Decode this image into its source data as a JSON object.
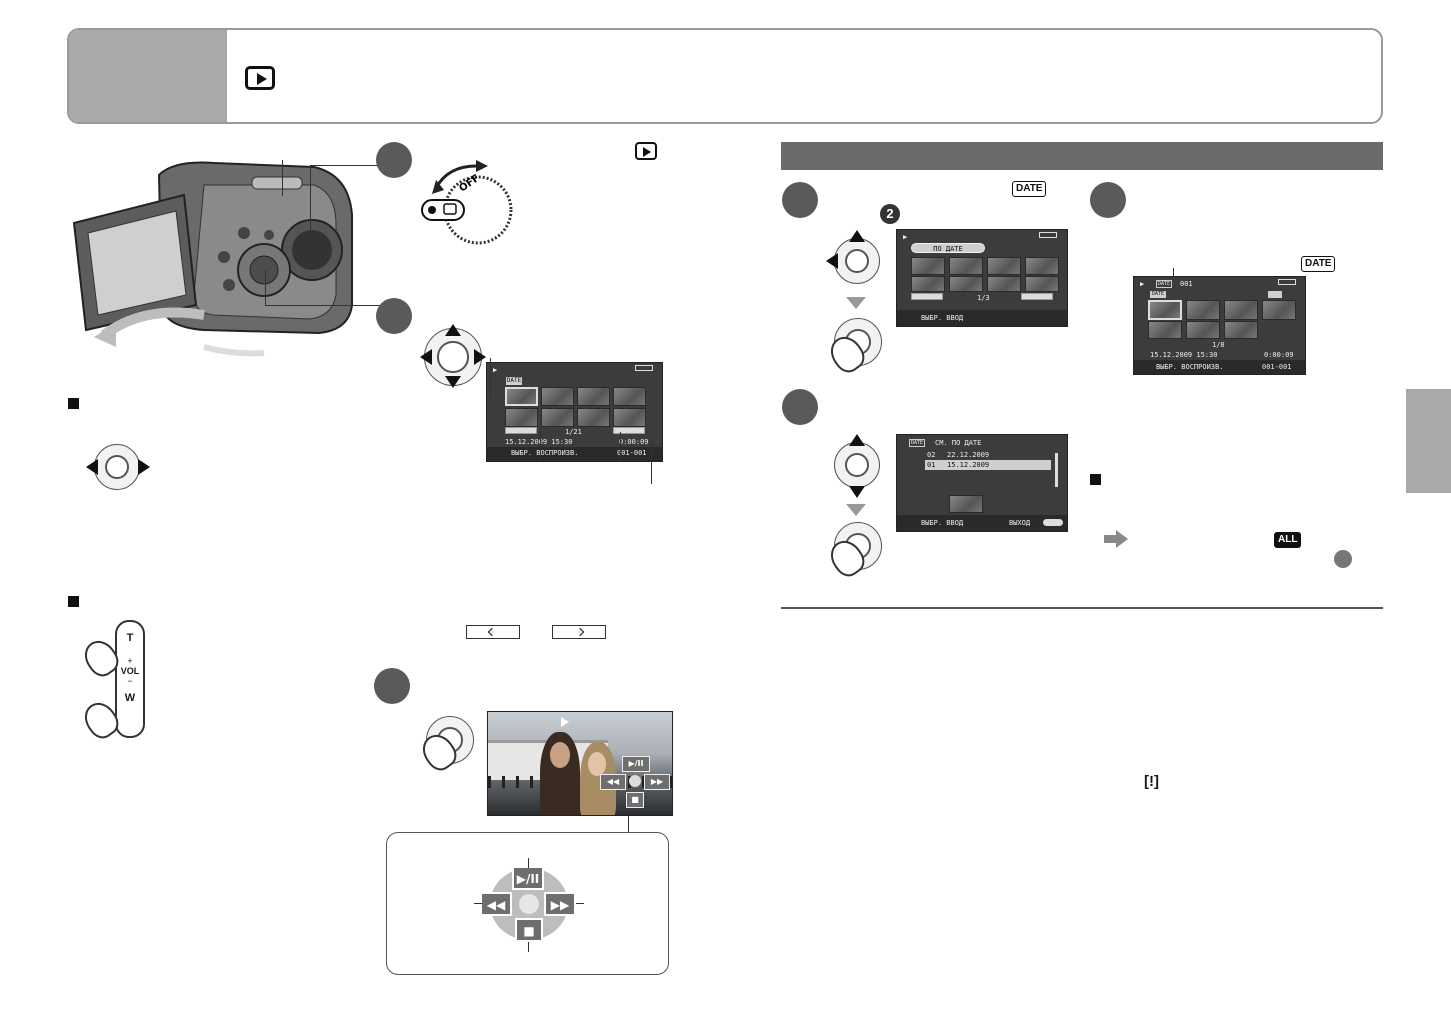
{
  "header": {
    "mode_icon": "play-mode-icon"
  },
  "icons": {
    "date_label": "DATE",
    "all_label": "ALL",
    "step_two": "2",
    "warning_symbol": "[!]",
    "zoom_t": "T",
    "zoom_vol": "VOL",
    "zoom_plus": "+",
    "zoom_minus": "−",
    "zoom_w": "W",
    "dial_off": "OFF"
  },
  "screen_thumbnails": {
    "date_tag": "DATE",
    "page": "1/21",
    "datetime": "15.12.2009 15:30",
    "duration": "0:00:09",
    "footer": "ВЫБР.   ВОСПРОИЗВ.",
    "counter": "001-001"
  },
  "screen_by_date": {
    "banner": "ПО ДАТЕ",
    "page": "1/3",
    "footer": "ВЫБР.   ВВОД"
  },
  "screen_date_list": {
    "title": "СМ. ПО ДАТЕ",
    "rows": [
      {
        "index": "02",
        "date": "22.12.2009"
      },
      {
        "index": "01",
        "date": "15.12.2009"
      }
    ],
    "footer_left": "ВЫБР.   ВВОД",
    "footer_right": "ВЫХОД"
  },
  "screen_filtered": {
    "date_tag": "DATE",
    "counter_top": "001",
    "page": "1/8",
    "datetime": "15.12.2009 15:30",
    "duration": "0:00:09",
    "footer": "ВЫБР.   ВОСПРОИЗВ.",
    "counter": "001-001"
  },
  "colors": {
    "header_tab": "#a9a9a9",
    "section_band": "#6b6b6b",
    "step_bubble": "#5a5a5a",
    "lcd_bg": "#3c3c3c"
  }
}
